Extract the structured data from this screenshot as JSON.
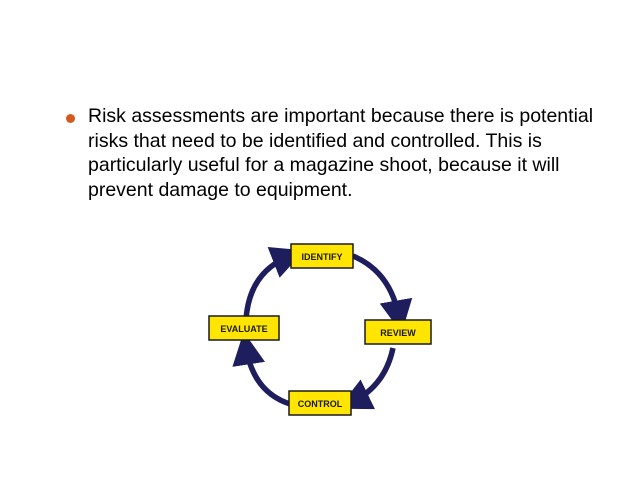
{
  "slide": {
    "bullet_text": "Risk assessments are important because there is potential risks that need to be identified and controlled. This is particularly useful for a magazine shoot, because it will prevent damage to equipment."
  },
  "cycle": {
    "steps": [
      "IDENTIFY",
      "REVIEW",
      "CONTROL",
      "EVALUATE"
    ]
  },
  "colors": {
    "bullet": "#d35a1d",
    "box_fill": "#ffe500",
    "box_border": "#1a1a1a",
    "arrow": "#1e1e5e",
    "text": "#000000"
  },
  "icons": {
    "bullet": "filled-circle"
  }
}
